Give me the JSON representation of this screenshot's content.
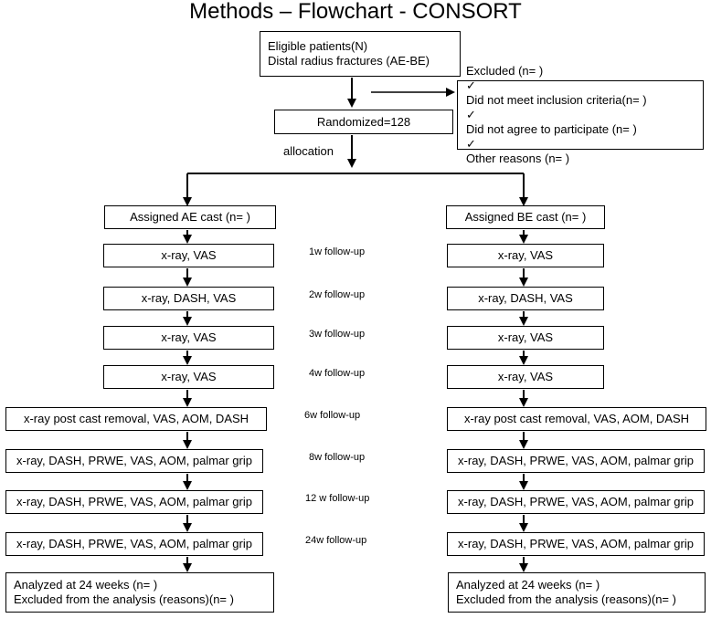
{
  "title": "Methods – Flowchart - CONSORT",
  "eligible": {
    "line1": "Eligible patients(N)",
    "line2": "Distal radius fractures (AE-BE)"
  },
  "excluded": {
    "heading": "Excluded (n= )",
    "items": [
      "Did not meet inclusion criteria(n= )",
      "Did not agree to participate (n= )",
      "Other reasons (n= )"
    ],
    "check_glyph": "✓"
  },
  "randomized": "Randomized=128",
  "allocation": "allocation",
  "left_arm": {
    "assigned": "Assigned AE cast (n= )",
    "steps": [
      "x-ray, VAS",
      "x-ray, DASH, VAS",
      "x-ray, VAS",
      "x-ray, VAS",
      "x-ray post cast removal, VAS, AOM, DASH",
      "x-ray, DASH, PRWE, VAS, AOM, palmar grip",
      "x-ray, DASH, PRWE, VAS, AOM, palmar grip",
      "x-ray, DASH, PRWE, VAS, AOM, palmar grip"
    ],
    "analyzed": "Analyzed at 24 weeks (n= )",
    "excluded_analysis": "Excluded from the analysis (reasons)(n= )"
  },
  "right_arm": {
    "assigned": "Assigned BE cast (n= )",
    "steps": [
      "x-ray, VAS",
      "x-ray, DASH, VAS",
      "x-ray, VAS",
      "x-ray, VAS",
      "x-ray post cast removal, VAS, AOM, DASH",
      "x-ray, DASH, PRWE, VAS, AOM, palmar grip",
      "x-ray, DASH, PRWE, VAS, AOM, palmar grip",
      "x-ray, DASH, PRWE, VAS, AOM, palmar grip"
    ],
    "analyzed": "Analyzed at 24 weeks (n= )",
    "excluded_analysis": "Excluded from the analysis (reasons)(n= )"
  },
  "followups": [
    "1w follow-up",
    "2w follow-up",
    "3w follow-up",
    "4w follow-up",
    "6w follow-up",
    "8w follow-up",
    "12 w follow-up",
    "24w follow-up"
  ]
}
